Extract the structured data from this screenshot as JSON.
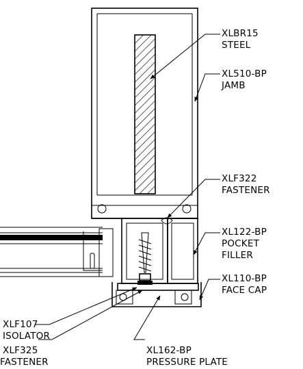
{
  "diagram": {
    "callouts": [
      {
        "code": "XLBR15",
        "desc": "STEEL"
      },
      {
        "code": "XL510-BP",
        "desc": "JAMB"
      },
      {
        "code": "XLF322",
        "desc": "FASTENER"
      },
      {
        "code": "XL122-BP",
        "desc": "POCKET",
        "desc2": "FILLER"
      },
      {
        "code": "XL110-BP",
        "desc": "FACE CAP"
      },
      {
        "code": "XLF107",
        "desc": "ISOLATOR"
      },
      {
        "code": "XLF325",
        "desc": "FASTENER"
      },
      {
        "code": "XL162-BP",
        "desc": "PRESSURE PLATE"
      }
    ]
  }
}
